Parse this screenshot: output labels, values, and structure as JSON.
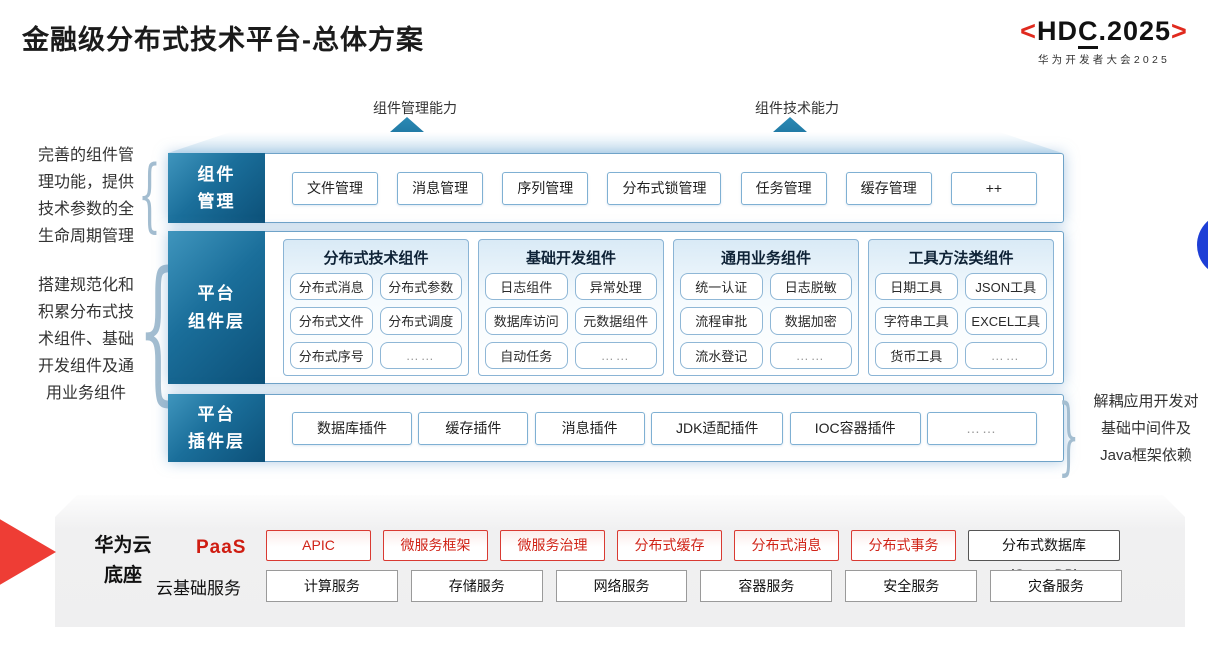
{
  "title": "金融级分布式技术平台-总体方案",
  "logo": {
    "open": "<",
    "hd": "HD",
    "c": "C",
    "tail": ".2025",
    "close": ">",
    "sub": "华为开发者大会2025",
    "accent": "#e02a1e"
  },
  "arrows": {
    "left_label": "组件管理能力",
    "right_label": "组件技术能力"
  },
  "left_notes": {
    "note1": "完善的组件管\n理功能，提供\n技术参数的全\n生命周期管理",
    "note2": "搭建规范化和\n积累分布式技\n术组件、基础\n开发组件及通\n用业务组件"
  },
  "right_note": "解耦应用开发对\n基础中间件及\nJava框架依赖",
  "rows": {
    "component_mgmt": {
      "label": "组件\n管理",
      "items": [
        "文件管理",
        "消息管理",
        "序列管理",
        "分布式锁管理",
        "任务管理",
        "缓存管理",
        "++"
      ]
    },
    "platform_components": {
      "label": "平台\n组件层",
      "groups": [
        {
          "title": "分布式技术组件",
          "items": [
            "分布式消息",
            "分布式参数",
            "分布式文件",
            "分布式调度",
            "分布式序号",
            "……"
          ]
        },
        {
          "title": "基础开发组件",
          "items": [
            "日志组件",
            "异常处理",
            "数据库访问",
            "元数据组件",
            "自动任务",
            "……"
          ]
        },
        {
          "title": "通用业务组件",
          "items": [
            "统一认证",
            "日志脱敏",
            "流程审批",
            "数据加密",
            "流水登记",
            "……"
          ]
        },
        {
          "title": "工具方法类组件",
          "items": [
            "日期工具",
            "JSON工具",
            "字符串工具",
            "EXCEL工具",
            "货币工具",
            "……"
          ]
        }
      ]
    },
    "platform_plugins": {
      "label": "平台\n插件层",
      "items": [
        "数据库插件",
        "缓存插件",
        "消息插件",
        "JDK适配插件",
        "IOC容器插件",
        "……"
      ]
    }
  },
  "cloud_base": {
    "label": "华为云\n底座",
    "paas": {
      "label": "PaaS",
      "items": [
        {
          "text": "APIC",
          "style": "red"
        },
        {
          "text": "微服务框架",
          "style": "red"
        },
        {
          "text": "微服务治理",
          "style": "red"
        },
        {
          "text": "分布式缓存",
          "style": "red"
        },
        {
          "text": "分布式消息",
          "style": "red"
        },
        {
          "text": "分布式事务",
          "style": "red"
        },
        {
          "text": "分布式数据库 (GaussDB)",
          "style": "dark"
        }
      ]
    },
    "iaas": {
      "label": "云基础服务",
      "items": [
        "计算服务",
        "存储服务",
        "网络服务",
        "容器服务",
        "安全服务",
        "灾备服务"
      ]
    }
  },
  "colors": {
    "accent_red": "#d8261c",
    "teal_dark": "#0c5078",
    "teal_light": "#3f95bd",
    "border_blue": "#7fb0d3",
    "royal_blue": "#1e3fd6",
    "slab_gray": "#f0f0f1"
  }
}
